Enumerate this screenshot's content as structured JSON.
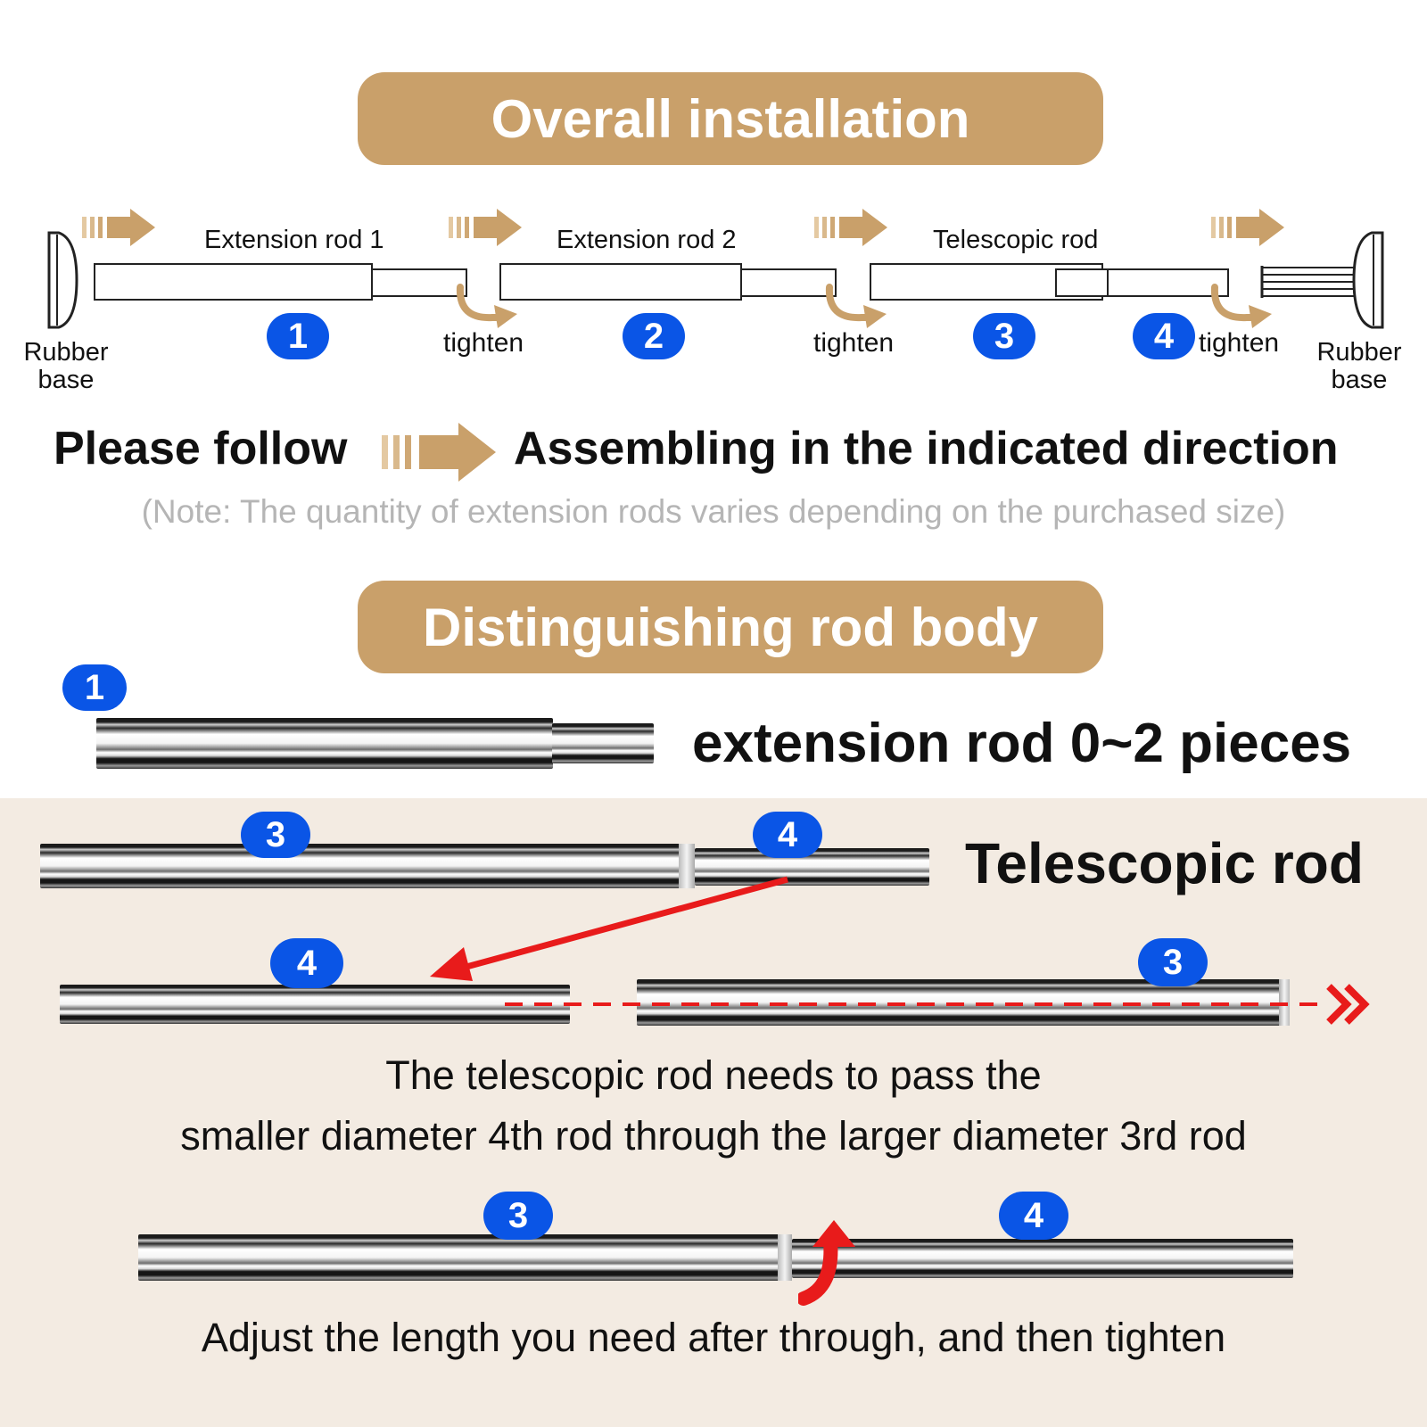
{
  "colors": {
    "accent": "#c9a06a",
    "badge": "#0a55e6",
    "bottom_bg": "#f3ebe2",
    "arrow_red": "#e81b1b",
    "note": "#b5b5b5"
  },
  "section1": {
    "title": "Overall installation",
    "labels": {
      "rubber_base_left": "Rubber base",
      "rubber_base_right": "Rubber base",
      "ext_rod_1": "Extension rod 1",
      "ext_rod_2": "Extension rod 2",
      "telescopic_rod": "Telescopic rod",
      "tighten": [
        "tighten",
        "tighten",
        "tighten"
      ]
    },
    "badges": [
      "1",
      "2",
      "3",
      "4"
    ],
    "instruction_left": "Please follow",
    "instruction_right": "Assembling in the indicated direction",
    "note": "(Note: The quantity of extension rods varies depending on the purchased size)",
    "icons": [
      "direction-arrow-icon",
      "rotate-tighten-icon"
    ]
  },
  "section2": {
    "title": "Distinguishing rod body",
    "extension": {
      "badge": "1",
      "label": "extension rod 0~2 pieces"
    },
    "telescopic": {
      "label": "Telescopic rod",
      "badges": [
        "3",
        "4"
      ],
      "split_badges": [
        "4",
        "3"
      ],
      "caption_line1": "The telescopic rod needs to pass the",
      "caption_line2": "smaller diameter 4th rod through the larger diameter 3rd rod",
      "assembled_badges": [
        "3",
        "4"
      ],
      "caption_final": "Adjust the length you need after through, and then tighten"
    }
  }
}
